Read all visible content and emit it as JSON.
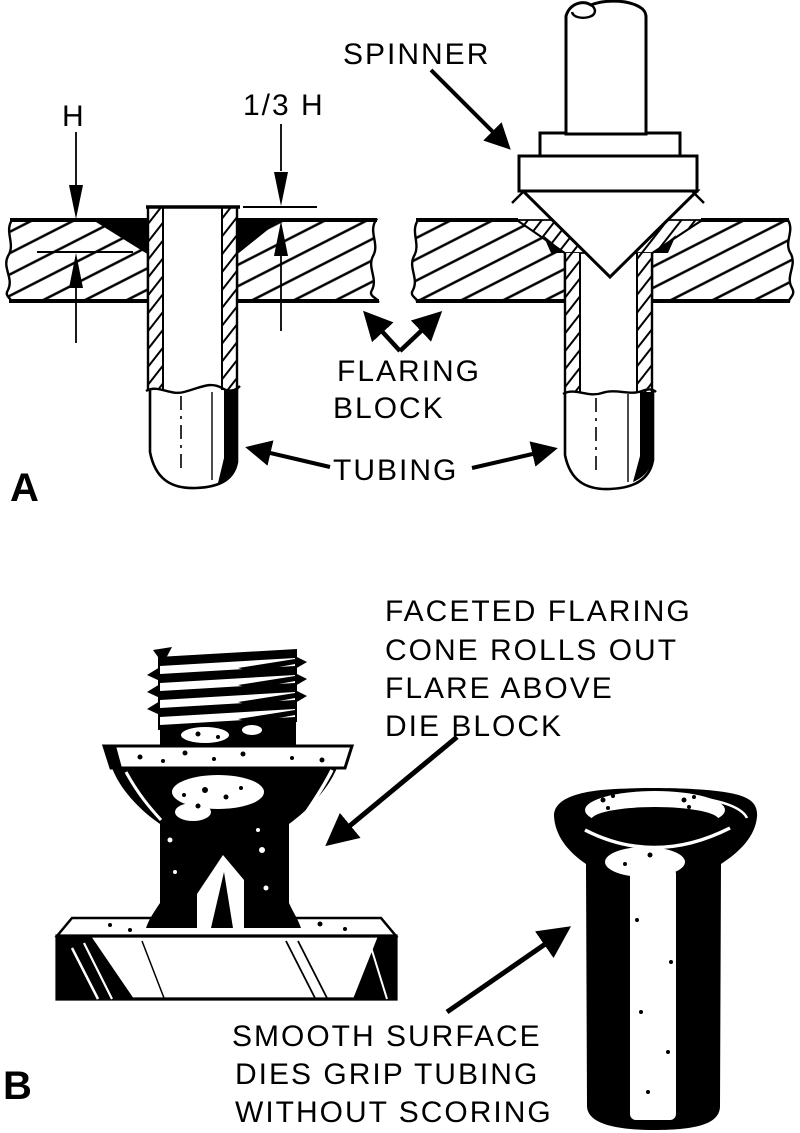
{
  "page": {
    "background": "#ffffff",
    "ink": "#000000"
  },
  "section_a": {
    "label": "A",
    "dim_h": "H",
    "dim_third_h": "1/3 H",
    "spinner_label": "SPINNER",
    "flaring_block_label_line1": "FLARING",
    "flaring_block_label_line2": "BLOCK",
    "tubing_label": "TUBING"
  },
  "section_b": {
    "label": "B",
    "cone_note_line1": "FACETED FLARING",
    "cone_note_line2": "CONE ROLLS OUT",
    "cone_note_line3": "FLARE ABOVE",
    "cone_note_line4": "DIE BLOCK",
    "dies_note_line1": "SMOOTH SURFACE",
    "dies_note_line2": "DIES GRIP TUBING",
    "dies_note_line3": "WITHOUT SCORING"
  }
}
